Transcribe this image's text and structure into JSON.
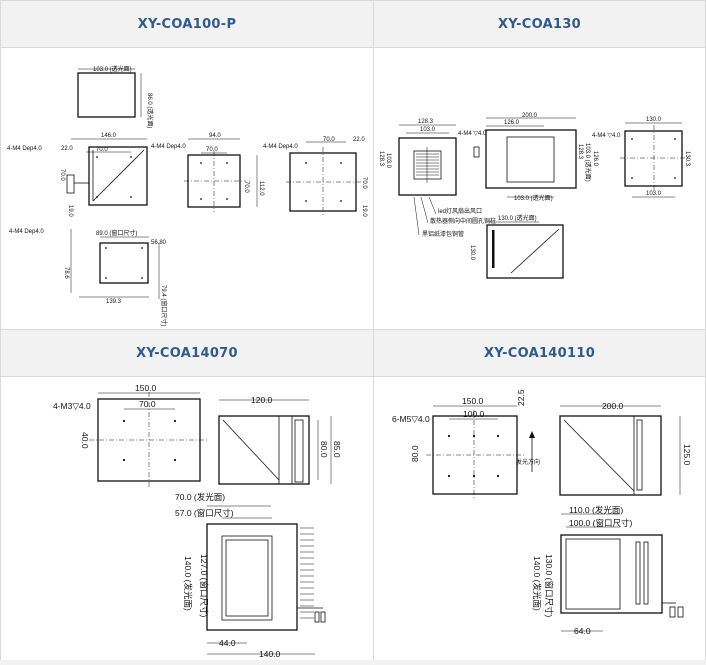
{
  "panels": [
    {
      "title": "XY-COA100-P",
      "labels": {
        "top_w": "103.0 (透光面)",
        "top_h": "86.0 (透光面)",
        "holes_a": "4-M4 Dep4.0",
        "d22": "22.0",
        "w146": "146.0",
        "w70a": "70.0",
        "h70a": "70.0",
        "b19a": "19.0",
        "holes_b": "4-M4 Dep4.0",
        "w94": "94.0",
        "w70b": "70.0",
        "h70b": "70.0",
        "h112": "112.0",
        "holes_c": "4-M4 Dep4.0",
        "w70c": "70.0",
        "d22c": "22.0",
        "h70c": "70.0",
        "b19c": "19.0",
        "holes_d": "4-M4 Dep4.0",
        "w89": "89.0 (窗口尺寸)",
        "d56": "56.80",
        "h786": "78.6",
        "w1393": "139.3",
        "h794": "79.4 (窗口尺寸)"
      }
    },
    {
      "title": "XY-COA130",
      "labels": {
        "w1283": "128.3",
        "w1030": "103.0",
        "holes_a": "4-M4 ▽4.0",
        "h1283": "128.3",
        "h1030": "103.0",
        "w200": "200.0",
        "w1260": "126.0",
        "h1283b": "128.3",
        "h1030b": "103.0 (透光面)",
        "h1260": "126.0",
        "b1030": "103.0 (透光面)",
        "holes_b": "4-M4 ▽4.0",
        "w1300": "130.0",
        "h1303": "130.3",
        "b1030c": "103.0",
        "note1": "led灯风扇出风口",
        "note2": "散热器侧向中间圆孔铜柱",
        "note3": "黑铝纸漆包铜管",
        "w1300d": "130.0 (透光面)",
        "h1300d": "130.0"
      }
    },
    {
      "title": "XY-COA14070",
      "labels": {
        "w150": "150.0",
        "holes": "4-M3▽4.0",
        "w70": "70.0",
        "h40": "40.0",
        "w120": "120.0",
        "h80": "80.0",
        "h85": "85.0",
        "w70l": "70.0 (发光面)",
        "w57": "57.0 (窗口尺寸)",
        "h140": "140.0 (发光面)",
        "h127": "127.0 (窗口尺寸)",
        "b44": "44.0",
        "b140": "140.0"
      }
    },
    {
      "title": "XY-COA140110",
      "labels": {
        "w150": "150.0",
        "holes": "6-M5▽4.0",
        "w100": "100.0",
        "d225": "22.5",
        "h80": "80.0",
        "dir": "发光方向",
        "w200": "200.0",
        "h125": "125.0",
        "w110": "110.0 (发光面)",
        "w100w": "100.0 (窗口尺寸)",
        "h140": "140.0 (发光面)",
        "h130": "130.0 (窗口尺寸)",
        "b64": "64.0"
      }
    }
  ]
}
